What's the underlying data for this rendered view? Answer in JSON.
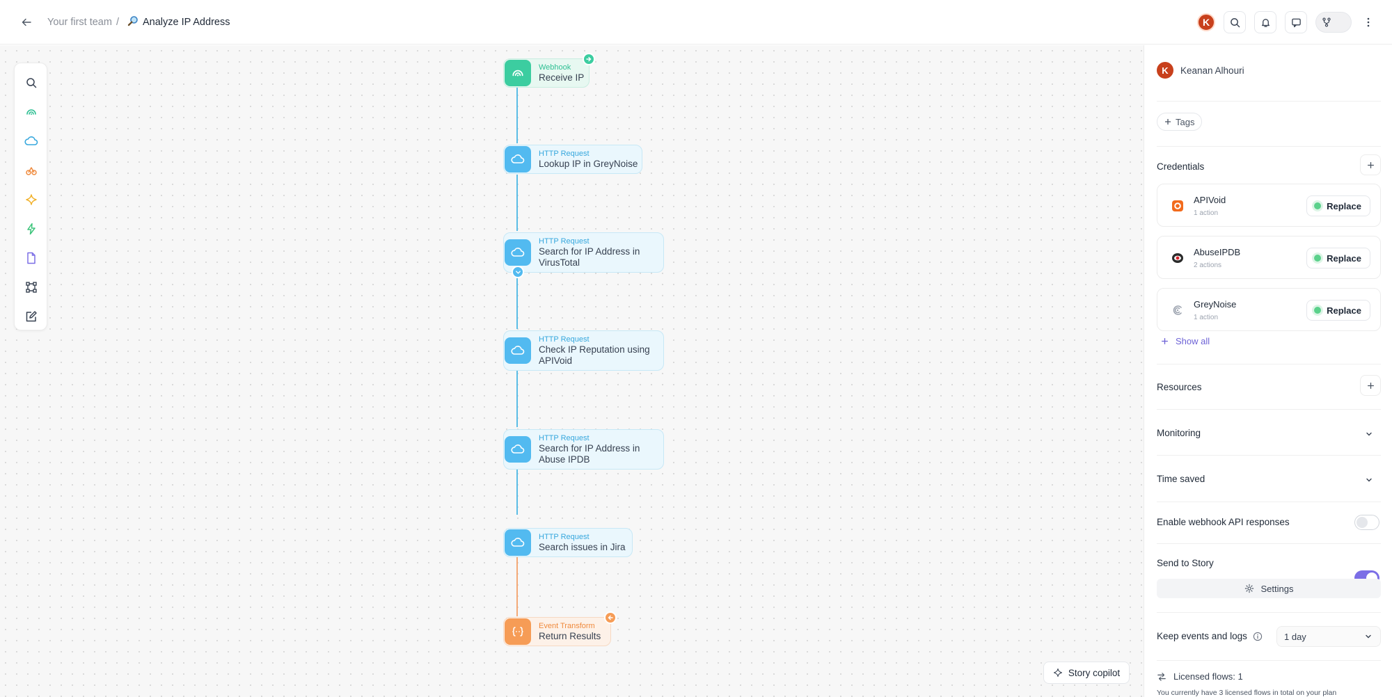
{
  "header": {
    "team": "Your first team",
    "separator": "/",
    "story_title": "Analyze IP Address",
    "avatar_initial": "K"
  },
  "toolbox": {
    "tools": [
      "search-icon",
      "webhook-icon",
      "http-request-icon",
      "send-email-icon",
      "ai-agent-icon",
      "trigger-icon",
      "page-icon",
      "group-icon",
      "note-icon"
    ]
  },
  "nodes": [
    {
      "type": "Webhook",
      "label": "Receive IP"
    },
    {
      "type": "HTTP Request",
      "label": "Lookup IP in GreyNoise"
    },
    {
      "type": "HTTP Request",
      "label_line1": "Search for IP Address in",
      "label_line2": "VirusTotal"
    },
    {
      "type": "HTTP Request",
      "label_line1": "Check IP Reputation using",
      "label_line2": "APIVoid"
    },
    {
      "type": "HTTP Request",
      "label_line1": "Search for IP Address in",
      "label_line2": "Abuse IPDB"
    },
    {
      "type": "HTTP Request",
      "label": "Search issues in Jira"
    },
    {
      "type": "Event Transform",
      "label": "Return Results"
    }
  ],
  "copilot_button": "Story copilot",
  "panel": {
    "owner_initial": "K",
    "owner_name": "Keanan Alhouri",
    "tags_label": "Tags",
    "credentials_title": "Credentials",
    "credentials": [
      {
        "name": "APIVoid",
        "actions": "1 action",
        "button": "Replace",
        "status_color": "#5bd18b",
        "icon": "apivoid-logo-icon"
      },
      {
        "name": "AbuseIPDB",
        "actions": "2 actions",
        "button": "Replace",
        "status_color": "#5bd18b",
        "icon": "abuseipdb-logo-icon"
      },
      {
        "name": "GreyNoise",
        "actions": "1 action",
        "button": "Replace",
        "status_color": "#5bd18b",
        "icon": "greynoise-logo-icon"
      }
    ],
    "show_all": "Show all",
    "resources_title": "Resources",
    "monitoring_title": "Monitoring",
    "time_saved_title": "Time saved",
    "webhook_api_label": "Enable webhook API responses",
    "webhook_api_enabled": false,
    "send_to_story_label": "Send to Story",
    "send_to_story_enabled": true,
    "settings_button": "Settings",
    "keep_events_label": "Keep events and logs",
    "keep_events_value": "1 day",
    "licensed_flows": "Licensed flows: 1",
    "licensed_note": "You currently have 3 licensed flows in total on your plan"
  },
  "colors": {
    "accent": "#7b6ee6",
    "webhook": "#3ccda0",
    "http_request": "#52baf0",
    "event_transform": "#f69c56"
  }
}
